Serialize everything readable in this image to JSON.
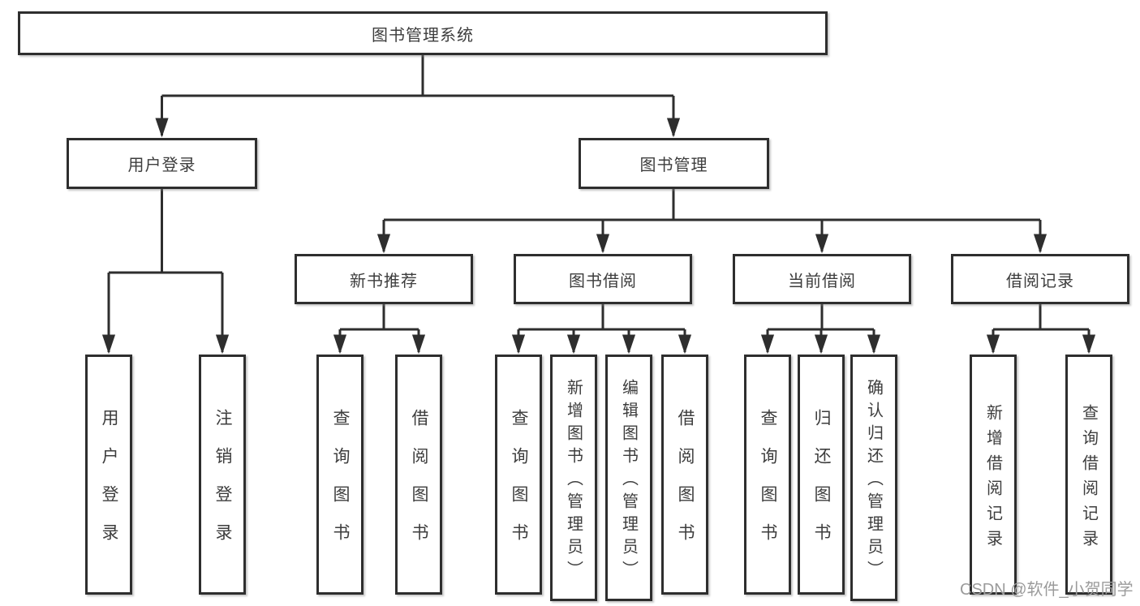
{
  "colors": {
    "line": "#2e2e2e",
    "box_border": "#2e2e2e",
    "box_fill": "#ffffff",
    "text": "#3d3d3d",
    "watermark": "#9b9b9b",
    "background": "#ffffff"
  },
  "watermark": {
    "text": "CSDN @软件_小贺同学"
  },
  "tree": {
    "label": "图书管理系统",
    "children": [
      {
        "label": "用户登录",
        "children": [
          {
            "label": "用户登录"
          },
          {
            "label": "注销登录"
          }
        ]
      },
      {
        "label": "图书管理",
        "children": [
          {
            "label": "新书推荐",
            "children": [
              {
                "label": "查询图书"
              },
              {
                "label": "借阅图书"
              }
            ]
          },
          {
            "label": "图书借阅",
            "children": [
              {
                "label": "查询图书"
              },
              {
                "label": "新增图书（管理员）"
              },
              {
                "label": "编辑图书（管理员）"
              },
              {
                "label": "借阅图书"
              }
            ]
          },
          {
            "label": "当前借阅",
            "children": [
              {
                "label": "查询图书"
              },
              {
                "label": "归还图书"
              },
              {
                "label": "确认归还（管理员）"
              }
            ]
          },
          {
            "label": "借阅记录",
            "children": [
              {
                "label": "新增借阅记录"
              },
              {
                "label": "查询借阅记录"
              }
            ]
          }
        ]
      }
    ]
  }
}
